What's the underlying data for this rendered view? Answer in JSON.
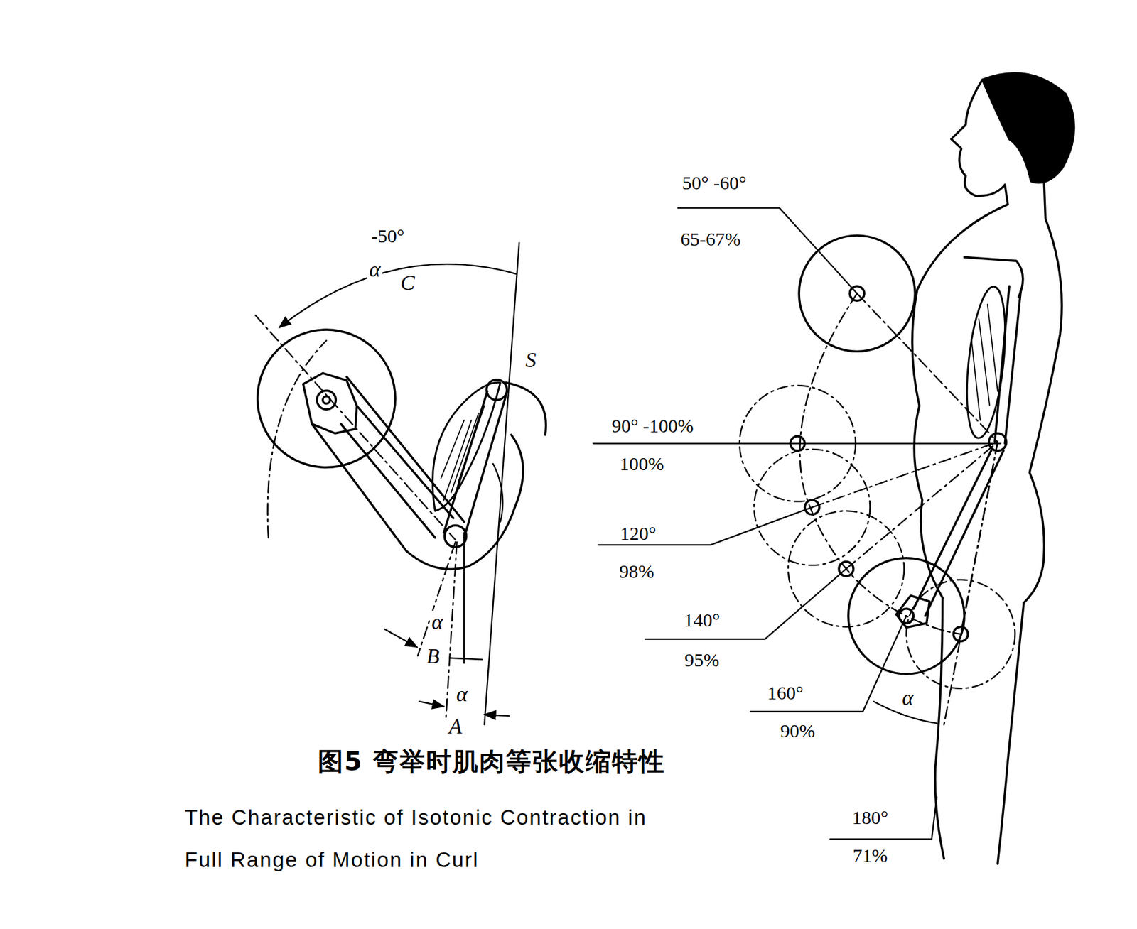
{
  "diagram": {
    "caption": "图5 弯举时肌肉等张收缩特性",
    "labels": [
      "-50°",
      "α",
      "C",
      "S",
      "50° -60°",
      "65-67%",
      "90° -100%",
      "100%",
      "120°",
      "98%",
      "α",
      "B",
      "140°",
      "95%",
      "α",
      "160°",
      "α",
      "90%",
      "A",
      "180°",
      "71%",
      "The Characteristic of Isotonic Contraction in Full Range of Motion in Curl"
    ]
  }
}
